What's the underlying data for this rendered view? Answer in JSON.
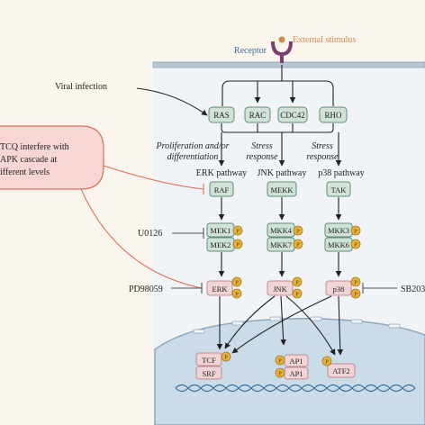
{
  "labels": {
    "receptor": "Receptor",
    "external_stimulus": "External stimulus",
    "viral_infection": "Viral infection",
    "callout_line1": "TCQ interfere with",
    "callout_line2": "APK cascade at",
    "callout_line3": "ifferent levels",
    "prolif_line1": "Proliferation and/or",
    "prolif_line2": "differentiation",
    "stress1_line1": "Stress",
    "stress1_line2": "response",
    "stress2_line1": "Stress",
    "stress2_line2": "response",
    "erk_pathway": "ERK pathway",
    "jnk_pathway": "JNK pathway",
    "p38_pathway": "p38 pathway",
    "u0126": "U0126",
    "pd98059": "PD98059",
    "sb203": "SB203"
  },
  "nodes": {
    "ras": "RAS",
    "rac": "RAC",
    "cdc42": "CDC42",
    "rho": "RHO",
    "raf": "RAF",
    "mekk": "MEKK",
    "tak": "TAK",
    "mek1": "MEK1",
    "mek2": "MEK2",
    "mkk4": "MKK4",
    "mkk7": "MKK7",
    "mkk3": "MKK3",
    "mkk6": "MKK6",
    "erk": "ERK",
    "jnk": "JNK",
    "p38": "p38",
    "tcf": "TCF",
    "srf": "SRF",
    "ap1_top": "AP1",
    "ap1_bottom": "AP1",
    "atf2": "ATF2"
  },
  "phospho_label": "P",
  "colors": {
    "background": "#faf6ee",
    "cytoplasm": "#f1f4f7",
    "membrane": "#b7c7d3",
    "nucleus": "#c9dce8",
    "kinase_fill": "#cfe3d8",
    "kinase_stroke": "#5f8d76",
    "target_fill": "#f2d3d6",
    "target_stroke": "#c08b91",
    "phospho_fill": "#e3b23c",
    "phospho_stroke": "#a9791a",
    "callout_fill": "#f7d6d4",
    "callout_stroke": "#e06d5e",
    "inhibit_line": "#e06d5e",
    "external_text": "#d08a4e",
    "receptor_color": "#7a3f6e",
    "arrow": "#222222",
    "dna": "#3d6e9a"
  }
}
